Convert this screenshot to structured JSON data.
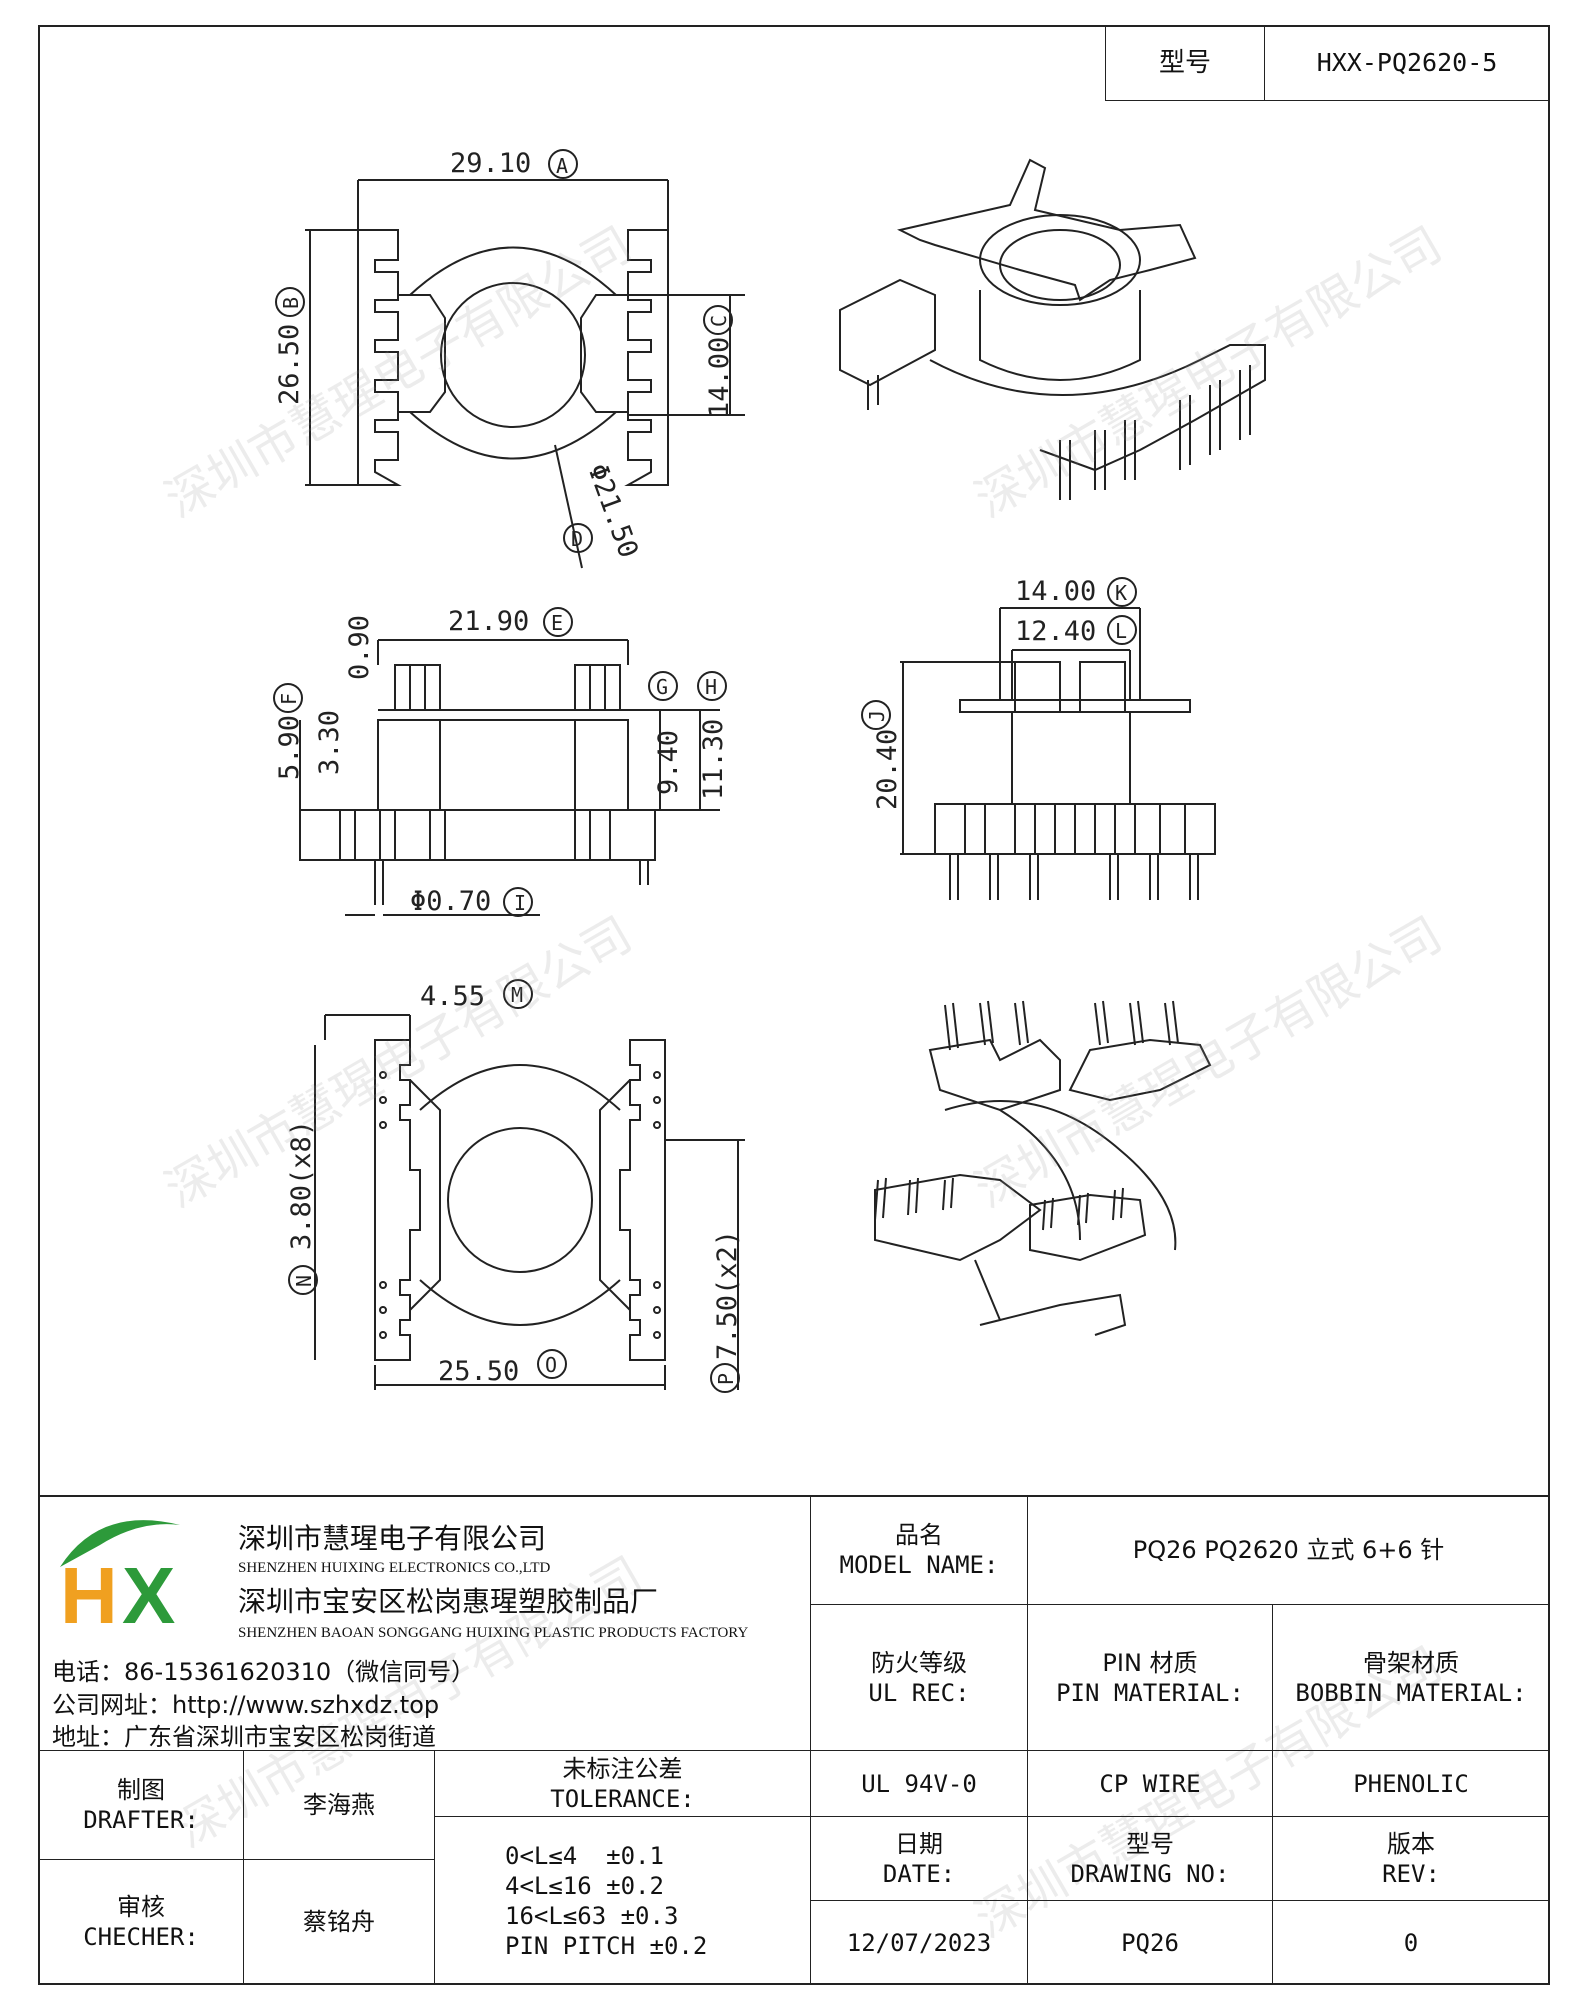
{
  "header": {
    "model_label": "型号",
    "model_value": "HXX-PQ2620-5"
  },
  "dimensions": {
    "A": "29.10",
    "B": "26.50",
    "C": "14.00",
    "D": "Φ21.50",
    "E": "21.90",
    "top_small": "0.90",
    "F": "5.90",
    "mid_small": "3.30",
    "G": "9.40",
    "H": "11.30",
    "I": "Φ0.70",
    "K": "14.00",
    "L": "12.40",
    "J": "20.40",
    "M": "4.55",
    "N": "3.80(x8)",
    "O": "25.50",
    "P": "7.50(x2)",
    "letters": {
      "A": "A",
      "B": "B",
      "C": "C",
      "D": "D",
      "E": "E",
      "F": "F",
      "G": "G",
      "H": "H",
      "I": "I",
      "J": "J",
      "K": "K",
      "L": "L",
      "M": "M",
      "N": "N",
      "O": "O",
      "P": "P"
    }
  },
  "watermark": "深圳市慧瑆电子有限公司",
  "logo": {
    "letters": "HX",
    "colors": {
      "h": "#f0a020",
      "x": "#2d9a3a",
      "swoosh": "#2d9a3a"
    }
  },
  "company": {
    "name_cn": "深圳市慧瑆电子有限公司",
    "name_en": "SHENZHEN HUIXING ELECTRONICS CO.,LTD",
    "factory_cn": "深圳市宝安区松岗惠瑆塑胶制品厂",
    "factory_en": "SHENZHEN BAOAN SONGGANG HUIXING PLASTIC PRODUCTS FACTORY",
    "phone": "电话：86-15361620310（微信同号）",
    "website": "公司网址：http://www.szhxdz.top",
    "address": "地址：广东省深圳市宝安区松岗街道"
  },
  "title_block": {
    "model_name_cn": "品名",
    "model_name_en": "MODEL NAME:",
    "model_name_value": "PQ26 PQ2620 立式 6+6 针",
    "ul_cn": "防火等级",
    "ul_en": "UL REC:",
    "pin_cn": "PIN 材质",
    "pin_en": "PIN MATERIAL:",
    "bobbin_cn": "骨架材质",
    "bobbin_en": "BOBBIN MATERIAL:",
    "ul_value": "UL 94V-0",
    "pin_value": "CP WIRE",
    "bobbin_value": "PHENOLIC",
    "drafter_cn": "制图",
    "drafter_en": "DRAFTER:",
    "drafter_name": "李海燕",
    "checker_cn": "审核",
    "checker_en": "CHECHER:",
    "checker_name": "蔡铭舟",
    "tolerance_cn": "未标注公差",
    "tolerance_en": "TOLERANCE:",
    "tolerance_lines": [
      "0<L≤4  ±0.1",
      "4<L≤16 ±0.2",
      "16<L≤63 ±0.3",
      "PIN PITCH ±0.2"
    ],
    "date_cn": "日期",
    "date_en": "DATE:",
    "date_value": "12/07/2023",
    "drawing_cn": "型号",
    "drawing_en": "DRAWING NO:",
    "drawing_value": "PQ26",
    "rev_cn": "版本",
    "rev_en": "REV:",
    "rev_value": "0"
  }
}
